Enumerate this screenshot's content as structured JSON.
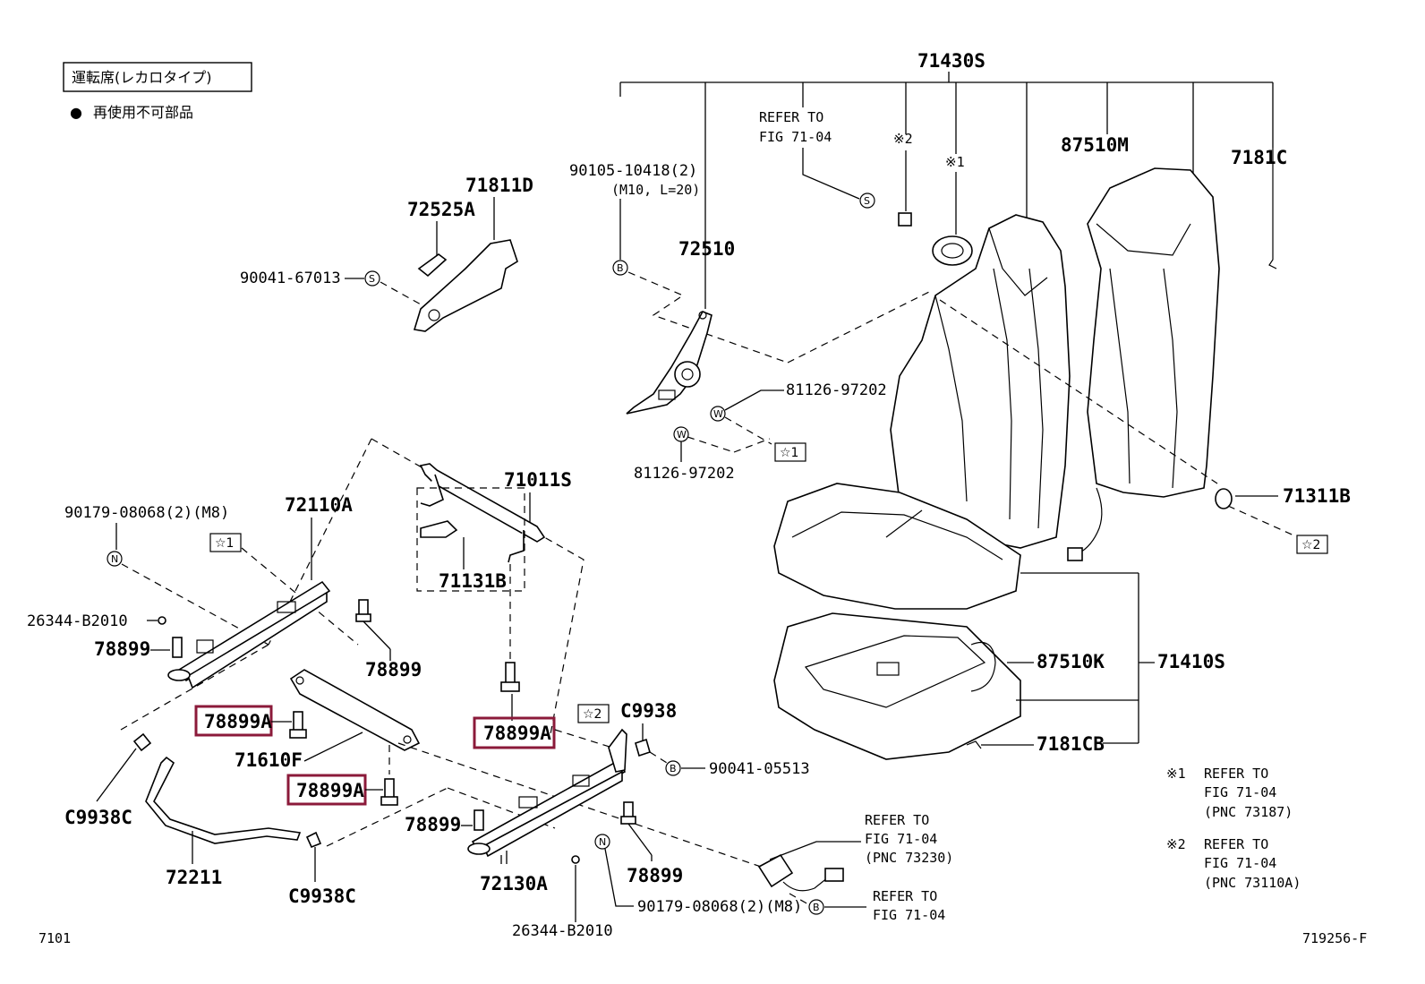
{
  "header": {
    "seat_type": "運転席(レカロタイプ)",
    "legend_bullet": "●",
    "legend_text": "再使用不可部品"
  },
  "parts": {
    "p71430S": "71430S",
    "p71811D": "71811D",
    "p72525A": "72525A",
    "p90041_67013": "90041-67013",
    "p90105": "90105-10418(2)",
    "p90105_spec": "(M10, L=20)",
    "p72510": "72510",
    "p81126_a": "81126-97202",
    "p81126_b": "81126-97202",
    "p87510M": "87510M",
    "p7181C": "7181C",
    "p71311B": "71311B",
    "p71011S": "71011S",
    "p71131B": "71131B",
    "p72110A": "72110A",
    "p90179_a": "90179-08068(2)(M8)",
    "p26344_a": "26344-B2010",
    "p78899_a": "78899",
    "p78899_b": "78899",
    "p78899_c": "78899",
    "p78899_d": "78899",
    "p78899A_a": "78899A",
    "p78899A_b": "78899A",
    "p78899A_c": "78899A",
    "p71610F": "71610F",
    "p C9938C_a": "C9938C",
    "pC9938C_a": "C9938C",
    "pC9938C_b": "C9938C",
    "p72211": "72211",
    "pC9938": "C9938",
    "p90041_05513": "90041-05513",
    "p72130A": "72130A",
    "p90179_b": "90179-08068(2)(M8)",
    "p26344_b": "26344-B2010",
    "p87510K": "87510K",
    "p71410S": "71410S",
    "p7181CB": "7181CB"
  },
  "refs": {
    "refer_to": "REFER TO",
    "fig_7104": "FIG 71-04",
    "pnc_73230": "(PNC 73230)",
    "pnc_73187": "(PNC 73187)",
    "pnc_73110A": "(PNC 73110A)",
    "note1_mark": "※1",
    "note2_mark": "※2"
  },
  "markers": {
    "S": "S",
    "B": "B",
    "W": "W",
    "N": "N",
    "star1": "☆1",
    "star2": "☆2"
  },
  "footer": {
    "left_code": "7101",
    "right_code": "719256-F"
  },
  "colors": {
    "highlight": "#8b1a3a",
    "line": "#000000"
  }
}
